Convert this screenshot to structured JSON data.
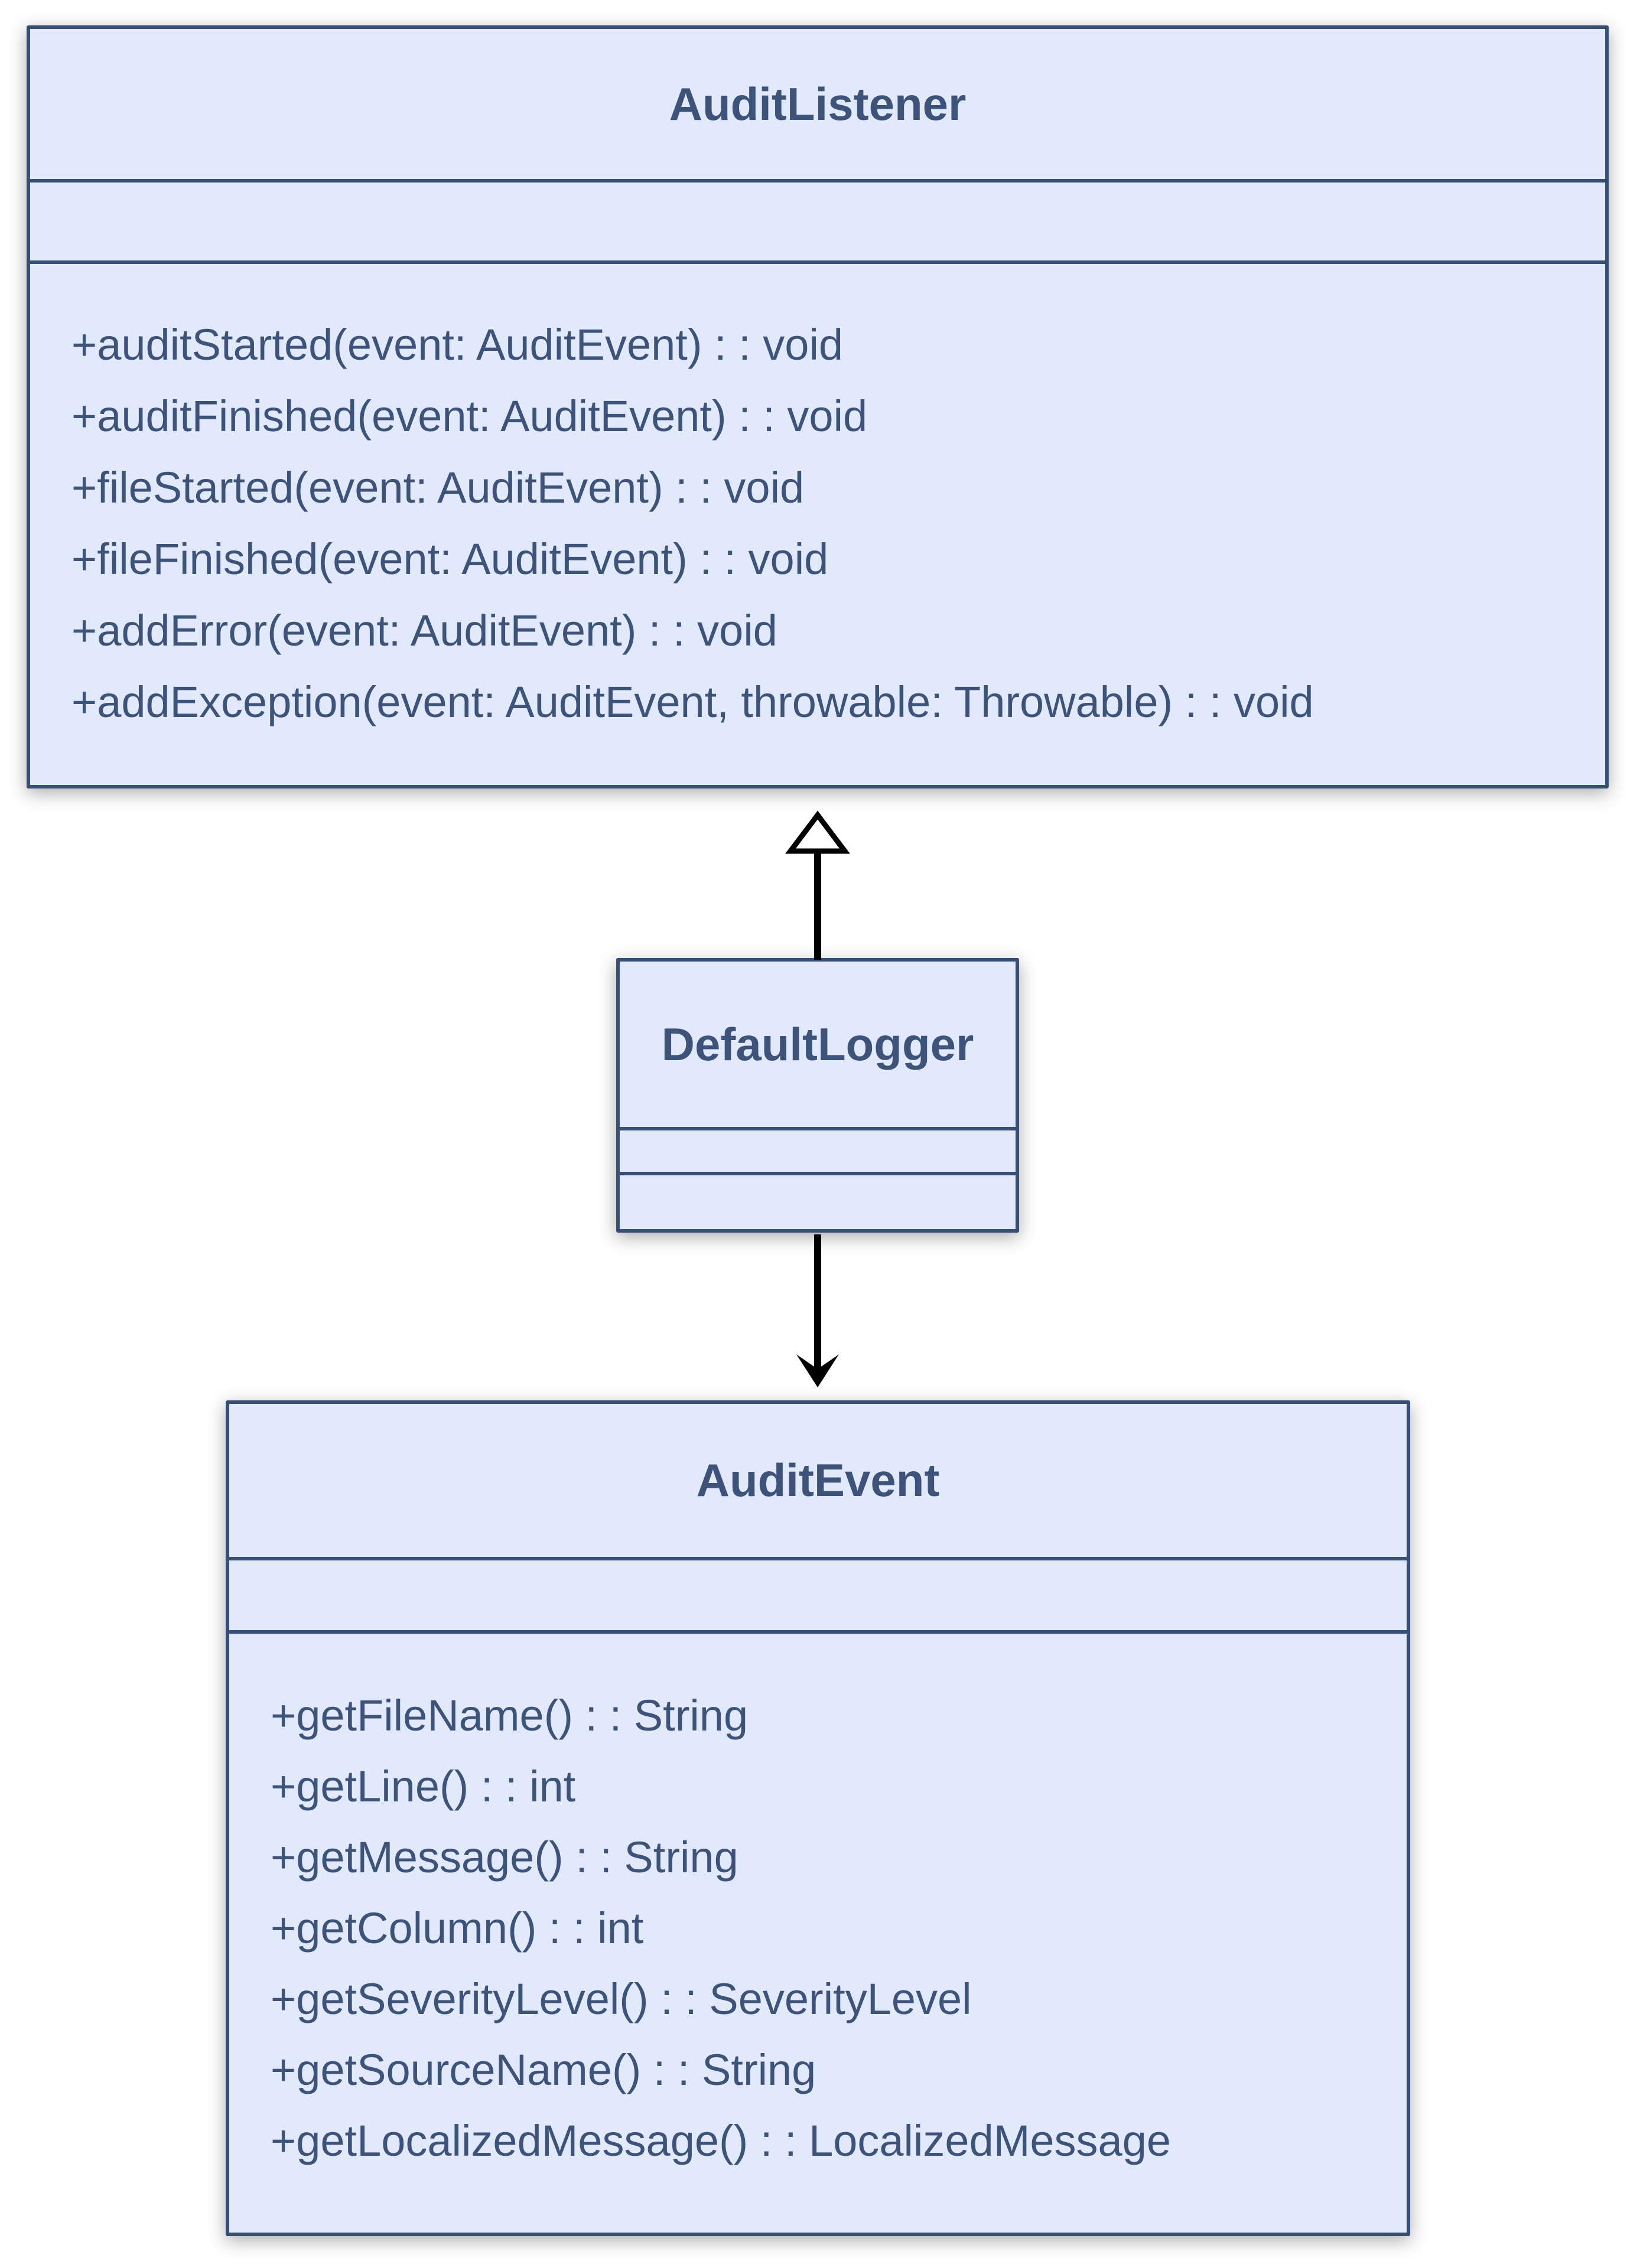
{
  "diagram": {
    "type": "uml-class-diagram",
    "classes": [
      {
        "name": "AuditListener",
        "fields": [],
        "methods": [
          "+auditStarted(event: AuditEvent) : : void",
          "+auditFinished(event: AuditEvent) : : void",
          "+fileStarted(event: AuditEvent) : : void",
          "+fileFinished(event: AuditEvent) : : void",
          "+addError(event: AuditEvent) : : void",
          "+addException(event: AuditEvent, throwable: Throwable) : : void"
        ]
      },
      {
        "name": "DefaultLogger",
        "fields": [],
        "methods": []
      },
      {
        "name": "AuditEvent",
        "fields": [],
        "methods": [
          "+getFileName() : : String",
          "+getLine() : : int",
          "+getMessage() : : String",
          "+getColumn() : : int",
          "+getSeverityLevel() : : SeverityLevel",
          "+getSourceName() : : String",
          "+getLocalizedMessage() : : LocalizedMessage"
        ]
      }
    ],
    "relations": [
      {
        "from": "DefaultLogger",
        "to": "AuditListener",
        "type": "generalization",
        "arrowhead": "hollow-triangle"
      },
      {
        "from": "DefaultLogger",
        "to": "AuditEvent",
        "type": "directed-association",
        "arrowhead": "filled-barb"
      }
    ],
    "colors": {
      "box_fill": "#e1e9fb",
      "box_border": "#374e77",
      "text": "#3e5379",
      "arrow": "#000000",
      "background": "#ffffff"
    }
  }
}
